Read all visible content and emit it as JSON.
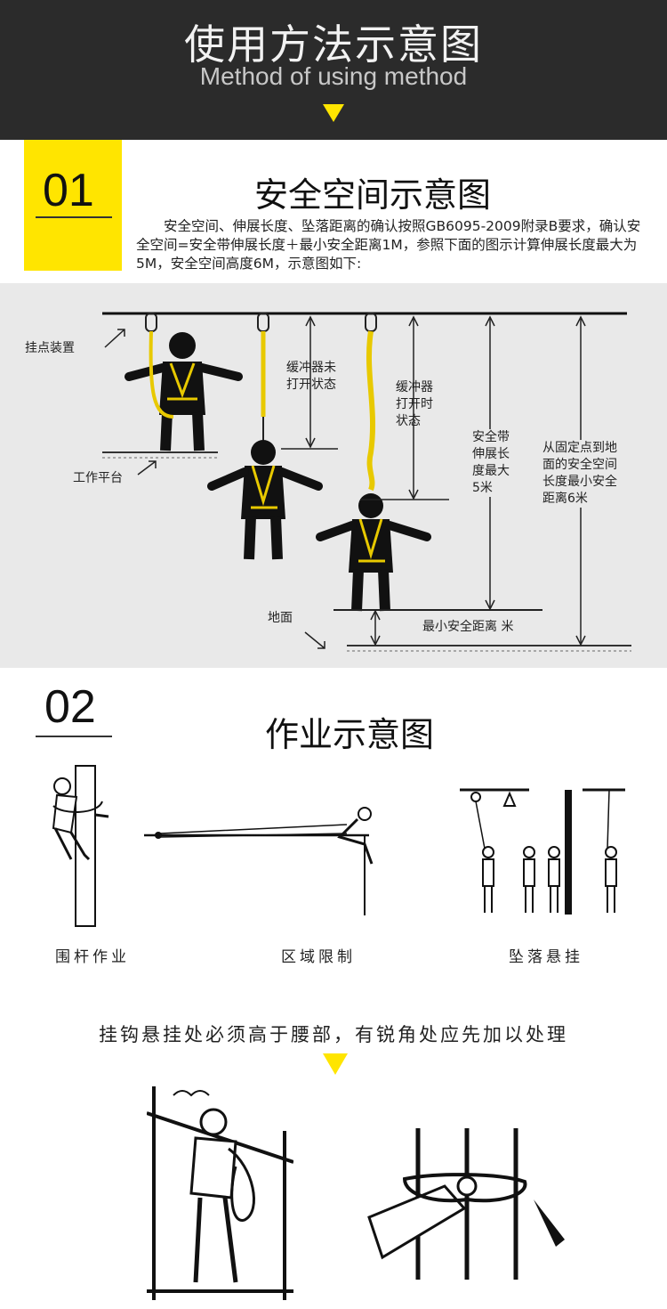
{
  "header": {
    "title": "使用方法示意图",
    "subtitle": "Method of using method",
    "accent": "#ffe500",
    "background": "#2b2b2b"
  },
  "section1": {
    "number": "01",
    "title": "安全空间示意图",
    "paragraph": "　　安全空间、伸展长度、坠落距离的确认按照GB6095-2009附录B要求，确认安全空间=安全带伸展长度＋最小安全距离1M，参照下面的图示计算伸展长度最大为5M，安全空间高度6M，示意图如下:",
    "labels": {
      "anchor": "挂点装置",
      "platform": "工作平台",
      "ground": "地面",
      "buffer_closed": [
        "缓冲器未",
        "打开状态"
      ],
      "buffer_open": [
        "缓冲器",
        "打开时",
        "状态"
      ],
      "extension": [
        "安全带",
        "伸展长",
        "度最大",
        "5米"
      ],
      "distance": [
        "从固定点到地",
        "面的安全空间",
        "长度最小安全",
        "距离6米"
      ],
      "min_safe": "最小安全距离  米"
    }
  },
  "section2": {
    "number": "02",
    "title": "作业示意图",
    "captions": [
      "围杆作业",
      "区域限制",
      "坠落悬挂"
    ],
    "note": "挂钩悬挂处必须高于腰部，有锐角处应先加以处理"
  }
}
